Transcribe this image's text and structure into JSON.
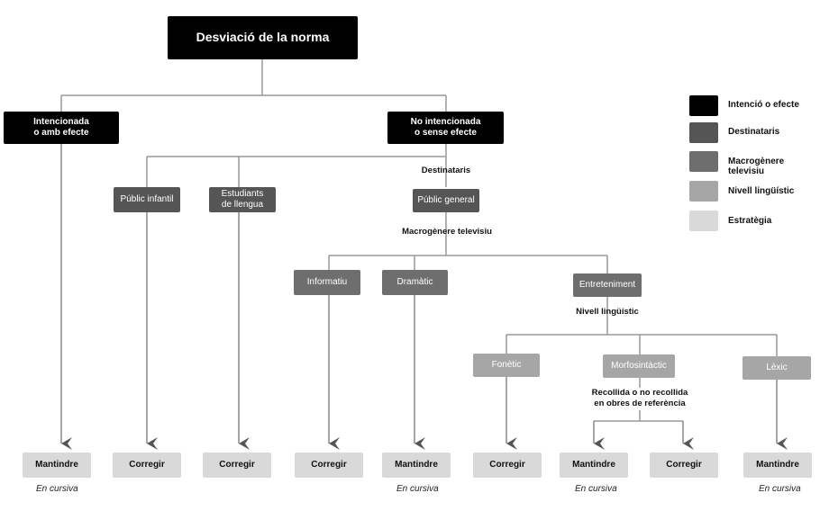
{
  "root": "Desviació de la norma",
  "intent": {
    "intentional": "Intencionada\no amb efecte",
    "unintentional": "No intencionada\no sense efecte"
  },
  "labels": {
    "recipients": "Destinataris",
    "macrogenre": "Macrogènere televisiu",
    "level": "Nivell lingüístic",
    "collected": "Recollida o no recollida\nen obres de referència"
  },
  "audience": {
    "children": "Públic infantil",
    "students": "Estudiants\nde llengua",
    "general": "Públic general"
  },
  "genres": {
    "informative": "Informatiu",
    "dramatic": "Dramàtic",
    "entertainment": "Entreteniment"
  },
  "levels": {
    "phonetic": "Fonètic",
    "morphosyntactic": "Morfosintàctic",
    "lexical": "Lèxic"
  },
  "outcomes": [
    "Mantindre",
    "Corregir",
    "Corregir",
    "Corregir",
    "Mantindre",
    "Corregir",
    "Mantindre",
    "Corregir",
    "Mantindre"
  ],
  "notes": [
    "En cursiva",
    "En cursiva",
    "En cursiva",
    "En cursiva"
  ],
  "legend": [
    {
      "label": "Intenció o efecte",
      "color": "#000000"
    },
    {
      "label": "Destinataris",
      "color": "#555555"
    },
    {
      "label": "Macrogènere televisiu",
      "color": "#6e6e6e"
    },
    {
      "label": "Nivell lingüístic",
      "color": "#a6a6a6"
    },
    {
      "label": "Estratègia",
      "color": "#d9d9d9"
    }
  ]
}
